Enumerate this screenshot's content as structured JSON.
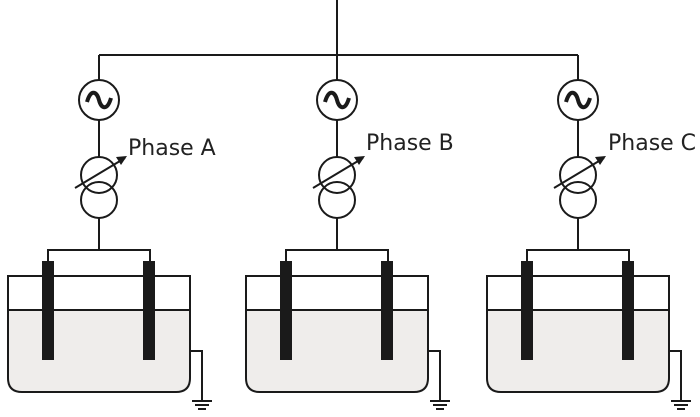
{
  "diagram": {
    "phases": [
      {
        "label": "Phase A"
      },
      {
        "label": "Phase B"
      },
      {
        "label": "Phase C"
      }
    ],
    "colors": {
      "line": "#1a1a1a",
      "electrolyte": "#efedeb",
      "electrode": "#1a1a1a"
    }
  }
}
